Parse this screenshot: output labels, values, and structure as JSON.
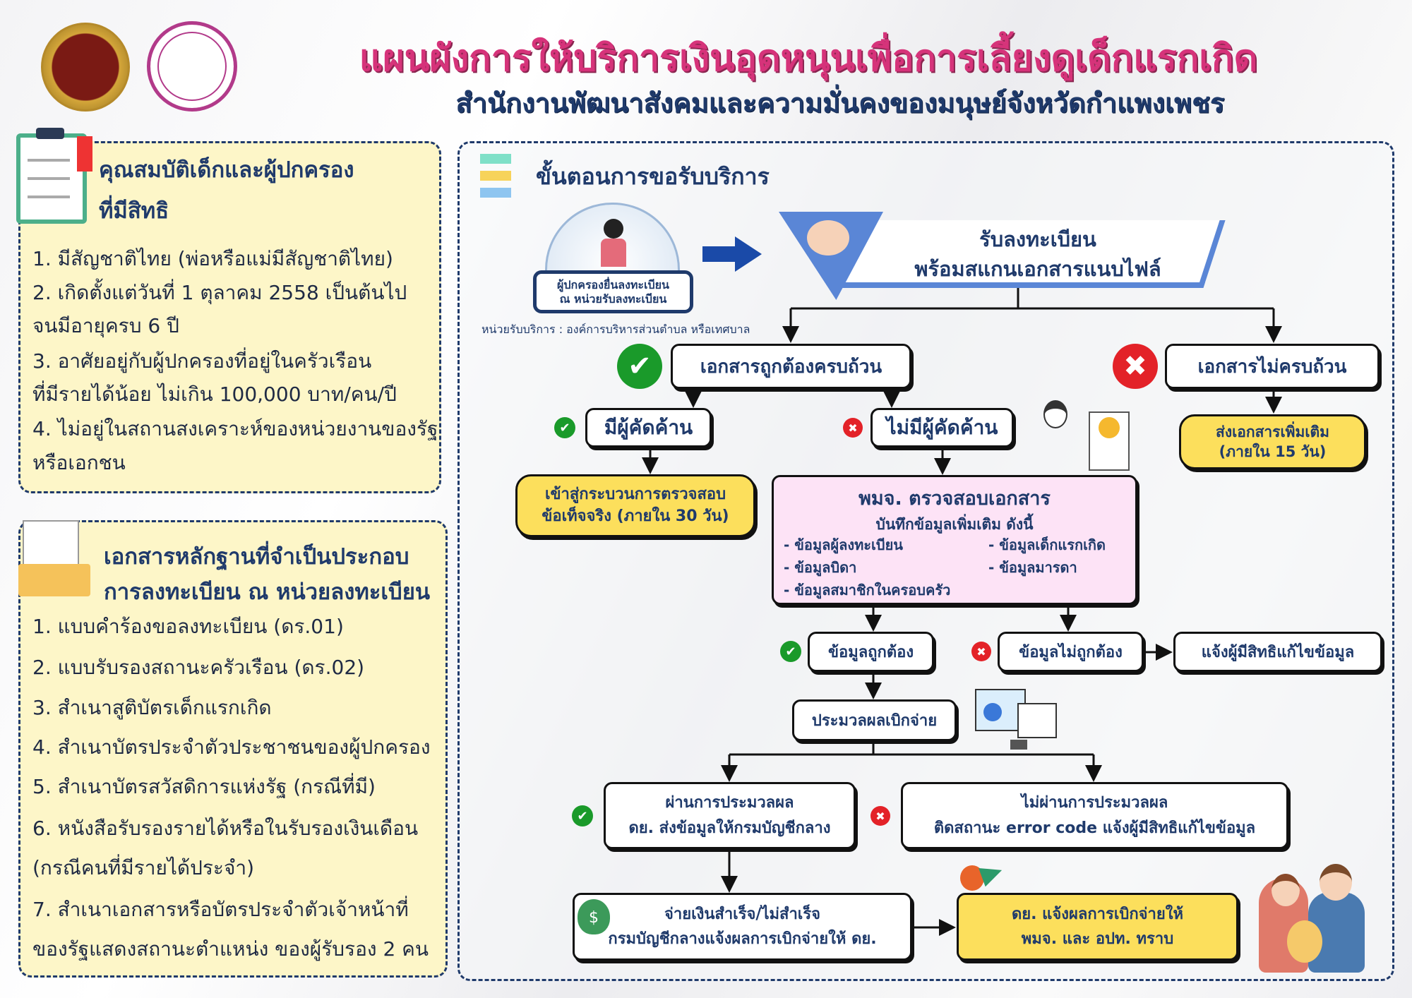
{
  "header": {
    "title": "แผนผังการให้บริการเงินอุดหนุนเพื่อการเลี้ยงดูเด็กแรกเกิด",
    "subtitle": "สำนักงานพัฒนาสังคมและความมั่นคงของมนุษย์จังหวัดกำแพงเพชร"
  },
  "eligibility": {
    "title_lines": [
      "คุณสมบัติเด็กและผู้ปกครอง",
      "ที่มีสิทธิ"
    ],
    "lines": [
      "1.  มีสัญชาติไทย (พ่อหรือแม่มีสัญชาติไทย)",
      "2.  เกิดตั้งแต่วันที่ 1 ตุลาคม 2558 เป็นต้นไป",
      "จนมีอายุครบ 6 ปี",
      "3. อาศัยอยู่กับผู้ปกครองที่อยู่ในครัวเรือน",
      "ที่มีรายได้น้อย ไม่เกิน 100,000 บาท/คน/ปี",
      "4. ไม่อยู่ในสถานสงเคราะห์ของหน่วยงานของรัฐ",
      "หรือเอกชน"
    ]
  },
  "documents": {
    "title_lines": [
      "เอกสารหลักฐานที่จำเป็นประกอบ",
      "การลงทะเบียน ณ หน่วยลงทะเบียน"
    ],
    "lines": [
      "1. แบบคำร้องขอลงทะเบียน (ดร.01)",
      "2. แบบรับรองสถานะครัวเรือน (ดร.02)",
      "3. สำเนาสูติบัตรเด็กแรกเกิด",
      "4. สำเนาบัตรประจำตัวประชาชนของผู้ปกครอง",
      "5. สำเนาบัตรสวัสดิการแห่งรัฐ (กรณีที่มี)",
      "6. หนังสือรับรองรายได้หรือในรับรองเงินเดือน",
      "(กรณีคนที่มีรายได้ประจำ)",
      "7. สำเนาเอกสารหรือบัตรประจำตัวเจ้าหน้าที่",
      "ของรัฐแสดงสถานะตำแหน่ง ของผู้รับรอง 2 คน"
    ]
  },
  "flow": {
    "title": "ขั้นตอนการขอรับบริการ",
    "applicant": [
      "ผู้ปกครองยื่นลงทะเบียน",
      "ณ หน่วยรับลงทะเบียน"
    ],
    "service_unit": "หน่วยรับบริการ : องค์การบริหารส่วนตำบล หรือเทศบาล",
    "register": [
      "รับลงทะเบียน",
      "พร้อมสแกนเอกสารแนบไฟล์"
    ],
    "docs_complete": "เอกสารถูกต้องครบถ้วน",
    "docs_incomplete": "เอกสารไม่ครบถ้วน",
    "send_more": [
      "ส่งเอกสารเพิ่มเติม",
      "(ภายใน 15 วัน)"
    ],
    "has_objection": "มีผู้คัดค้าน",
    "no_objection": "ไม่มีผู้คัดค้าน",
    "fact_check": [
      "เข้าสู่กระบวนการตรวจสอบ",
      "ข้อเท็จจริง (ภายใน 30 วัน)"
    ],
    "verify": {
      "title": "พมจ. ตรวจสอบเอกสาร",
      "sub": "บันทึกข้อมูลเพิ่มเติม ดังนี้",
      "items": [
        "- ข้อมูลผู้ลงทะเบียน",
        "- ข้อมูลเด็กแรกเกิด",
        "- ข้อมูลบิดา",
        "- ข้อมูลมารดา",
        "- ข้อมูลสมาชิกในครอบครัว"
      ]
    },
    "data_ok": "ข้อมูลถูกต้อง",
    "data_bad": "ข้อมูลไม่ถูกต้อง",
    "notify_fix": "แจ้งผู้มีสิทธิแก้ไขข้อมูล",
    "process": "ประมวลผลเบิกจ่าย",
    "pass": [
      "ผ่านการประมวลผล",
      "ดย. ส่งข้อมูลให้กรมบัญชีกลาง"
    ],
    "fail": [
      "ไม่ผ่านการประมวลผล",
      "ติดสถานะ error code แจ้งผู้มีสิทธิแก้ไขข้อมูล"
    ],
    "payment": [
      "จ่ายเงินสำเร็จ/ไม่สำเร็จ",
      "กรมบัญชีกลางแจ้งผลการเบิกจ่ายให้ ดย."
    ],
    "report": [
      "ดย. แจ้งผลการเบิกจ่ายให้",
      "พมจ. และ อปท. ทราบ"
    ]
  }
}
